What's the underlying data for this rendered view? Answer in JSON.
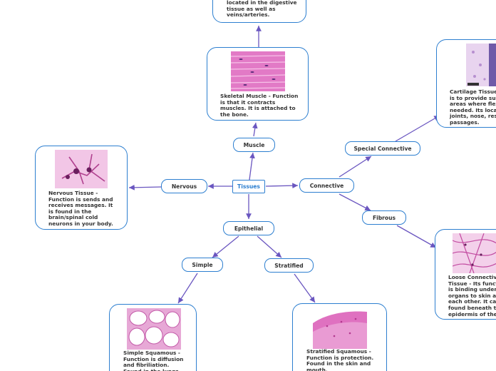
{
  "root": {
    "label": "Tissues"
  },
  "branches": {
    "muscle": "Muscle",
    "nervous": "Nervous",
    "connective": "Connective",
    "epithelial": "Epithelial",
    "special_connective": "Special Connective",
    "fibrous": "Fibrous",
    "simple": "Simple",
    "stratified": "Stratified"
  },
  "cards": {
    "smooth_muscle": "located in the digestive\ntissue as well as\nveins/arteries.",
    "skeletal_muscle": "Skeletal Muscle - Function\nis that it contracts\nmuscles. It is attached to\nthe bone.",
    "nervous": "Nervous Tissue -\nFunction is sends and\nreceives messages. It\nis found in the\nbrain/spinal cold\nneurons in your body.",
    "cartilage": "Cartilage Tissue\nis to provide sup\nareas where flex\nneeded. Its locat\njoints, nose, resp\npassages.",
    "loose_connective": " Loose Connectiv\nTissue - Its funct\nis binding underl\norgans to skin an\neach other. It ca\nfound beneath th\nepidermis of the",
    "simple_squamous": "Simple Squamous -\nFunction is diffusion\nand fibriliation.\nFound in the lungs.",
    "stratified_squamous": "Stratified Squamous -\nFunction is protection.\nFound in the skin and\nmouth."
  },
  "colors": {
    "accent": "#2d7fd0",
    "connector": "#6a56c0",
    "tissue_pink": "#d65fb0"
  }
}
